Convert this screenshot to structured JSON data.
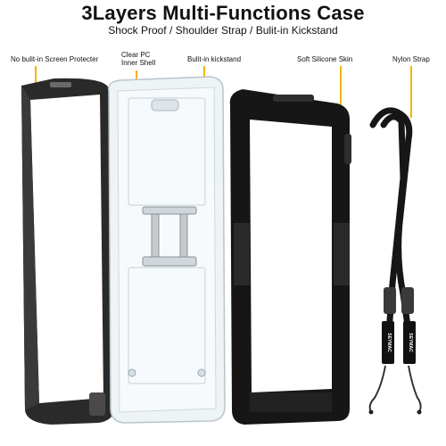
{
  "header": {
    "title": "3Layers Multi-Functions Case",
    "subtitle": "Shock Proof / Shoulder Strap / Bulit-in Kickstand"
  },
  "callouts": [
    {
      "text": "No bulit-in Screen Protecter"
    },
    {
      "line1": "Clear PC",
      "line2": "Inner Shell"
    },
    {
      "text": "Bulit-in kickstand"
    },
    {
      "text": "Soft Silicone Skin"
    },
    {
      "text": "Nylon Strap"
    }
  ],
  "strap": {
    "brand": "SEYMAC"
  },
  "colors": {
    "accent": "#f5b400",
    "case_dark": "#1a1a1a",
    "clear_shell": "#e8eef2"
  }
}
